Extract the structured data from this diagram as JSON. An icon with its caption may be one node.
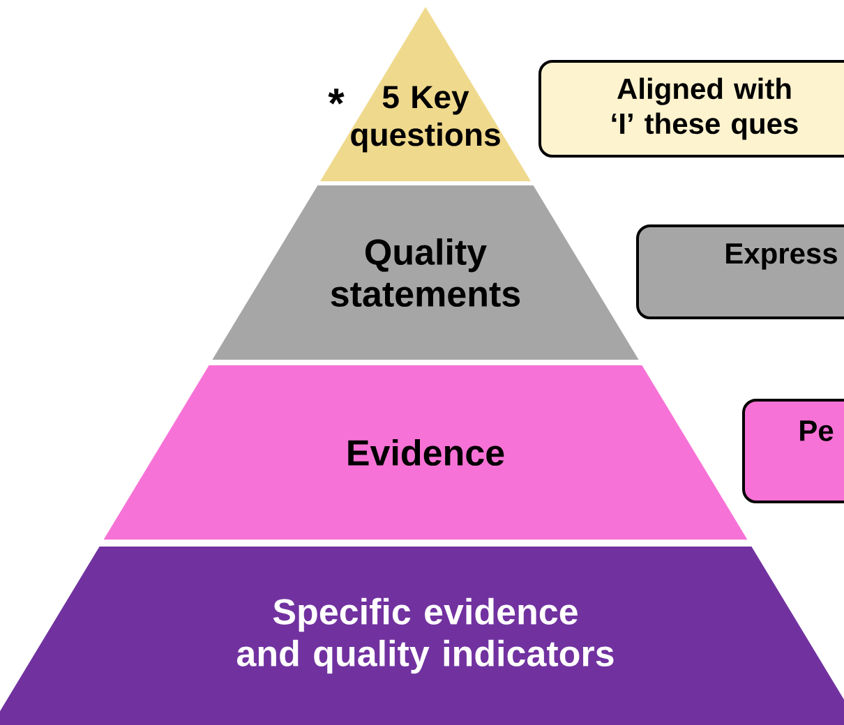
{
  "diagram": {
    "nodes": [
      {
        "text": [
          "5 Key questions"
        ],
        "beside": [
          "*"
        ]
      },
      {
        "text": [
          "Quality statements"
        ]
      },
      {
        "text": [
          "Evidence"
        ]
      },
      {
        "text": [
          "Specific evidence and quality indicators"
        ]
      },
      {
        "text": [
          "Aligned with ‘I’ these ques"
        ]
      },
      {
        "text": [
          "Express"
        ]
      },
      {
        "text": [
          "Pe"
        ]
      }
    ]
  }
}
